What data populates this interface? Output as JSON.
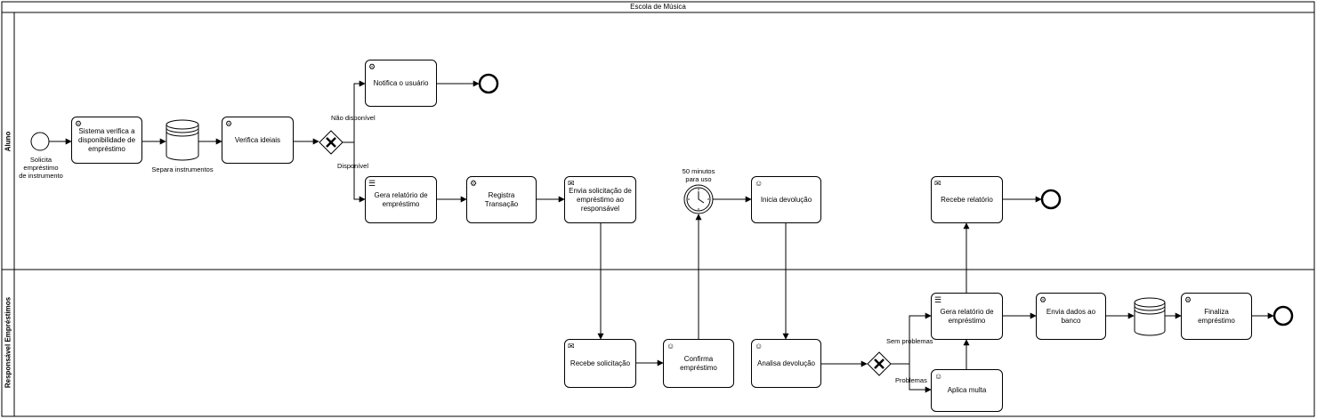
{
  "pool": {
    "title": "Escola de Música"
  },
  "lanes": [
    {
      "label": "Aluno"
    },
    {
      "label": "Responsável Empréstimos"
    }
  ],
  "events": {
    "start": "Solicita\nempréstimo\nde instrumento",
    "timer": "50 minutos\npara uso"
  },
  "datastores": {
    "separa": "Separa instrumentos"
  },
  "gateway_labels": {
    "nao_disponivel": "Não disponível",
    "disponivel": "Disponível",
    "sem_problemas": "Sem problemas",
    "problemas": "Problemas"
  },
  "tasks": {
    "verifica_disp": {
      "label": "Sistema verifica a disponibilidade de empréstimo",
      "icon": "gear-icon"
    },
    "verifica_ideais": {
      "label": "Verifica ideiais",
      "icon": "gear-icon"
    },
    "notifica": {
      "label": "Notifica o usuário",
      "icon": "gear-icon"
    },
    "gera_rel_1": {
      "label": "Gera relatório de empréstimo",
      "icon": "script-icon"
    },
    "registra": {
      "label": "Registra Transação",
      "icon": "gear-icon"
    },
    "envia_sol": {
      "label": "Envia solicitação de empréstimo ao responsável",
      "icon": "envelope-filled-icon"
    },
    "inicia_dev": {
      "label": "Inicia devolução",
      "icon": "user-icon"
    },
    "recebe_rel": {
      "label": "Recebe relatório",
      "icon": "envelope-icon"
    },
    "recebe_sol": {
      "label": "Recebe solicitação",
      "icon": "envelope-icon"
    },
    "confirma": {
      "label": "Confirma empréstimo",
      "icon": "user-icon"
    },
    "analisa": {
      "label": "Analisa devolução",
      "icon": "user-icon"
    },
    "gera_rel_2": {
      "label": "Gera relatório de empréstimo",
      "icon": "script-icon"
    },
    "aplica": {
      "label": "Aplica multa",
      "icon": "user-icon"
    },
    "envia_dados": {
      "label": "Envia dados ao banco",
      "icon": "gear-icon"
    },
    "finaliza": {
      "label": "Finaliza empréstimo",
      "icon": "gear-icon"
    }
  }
}
